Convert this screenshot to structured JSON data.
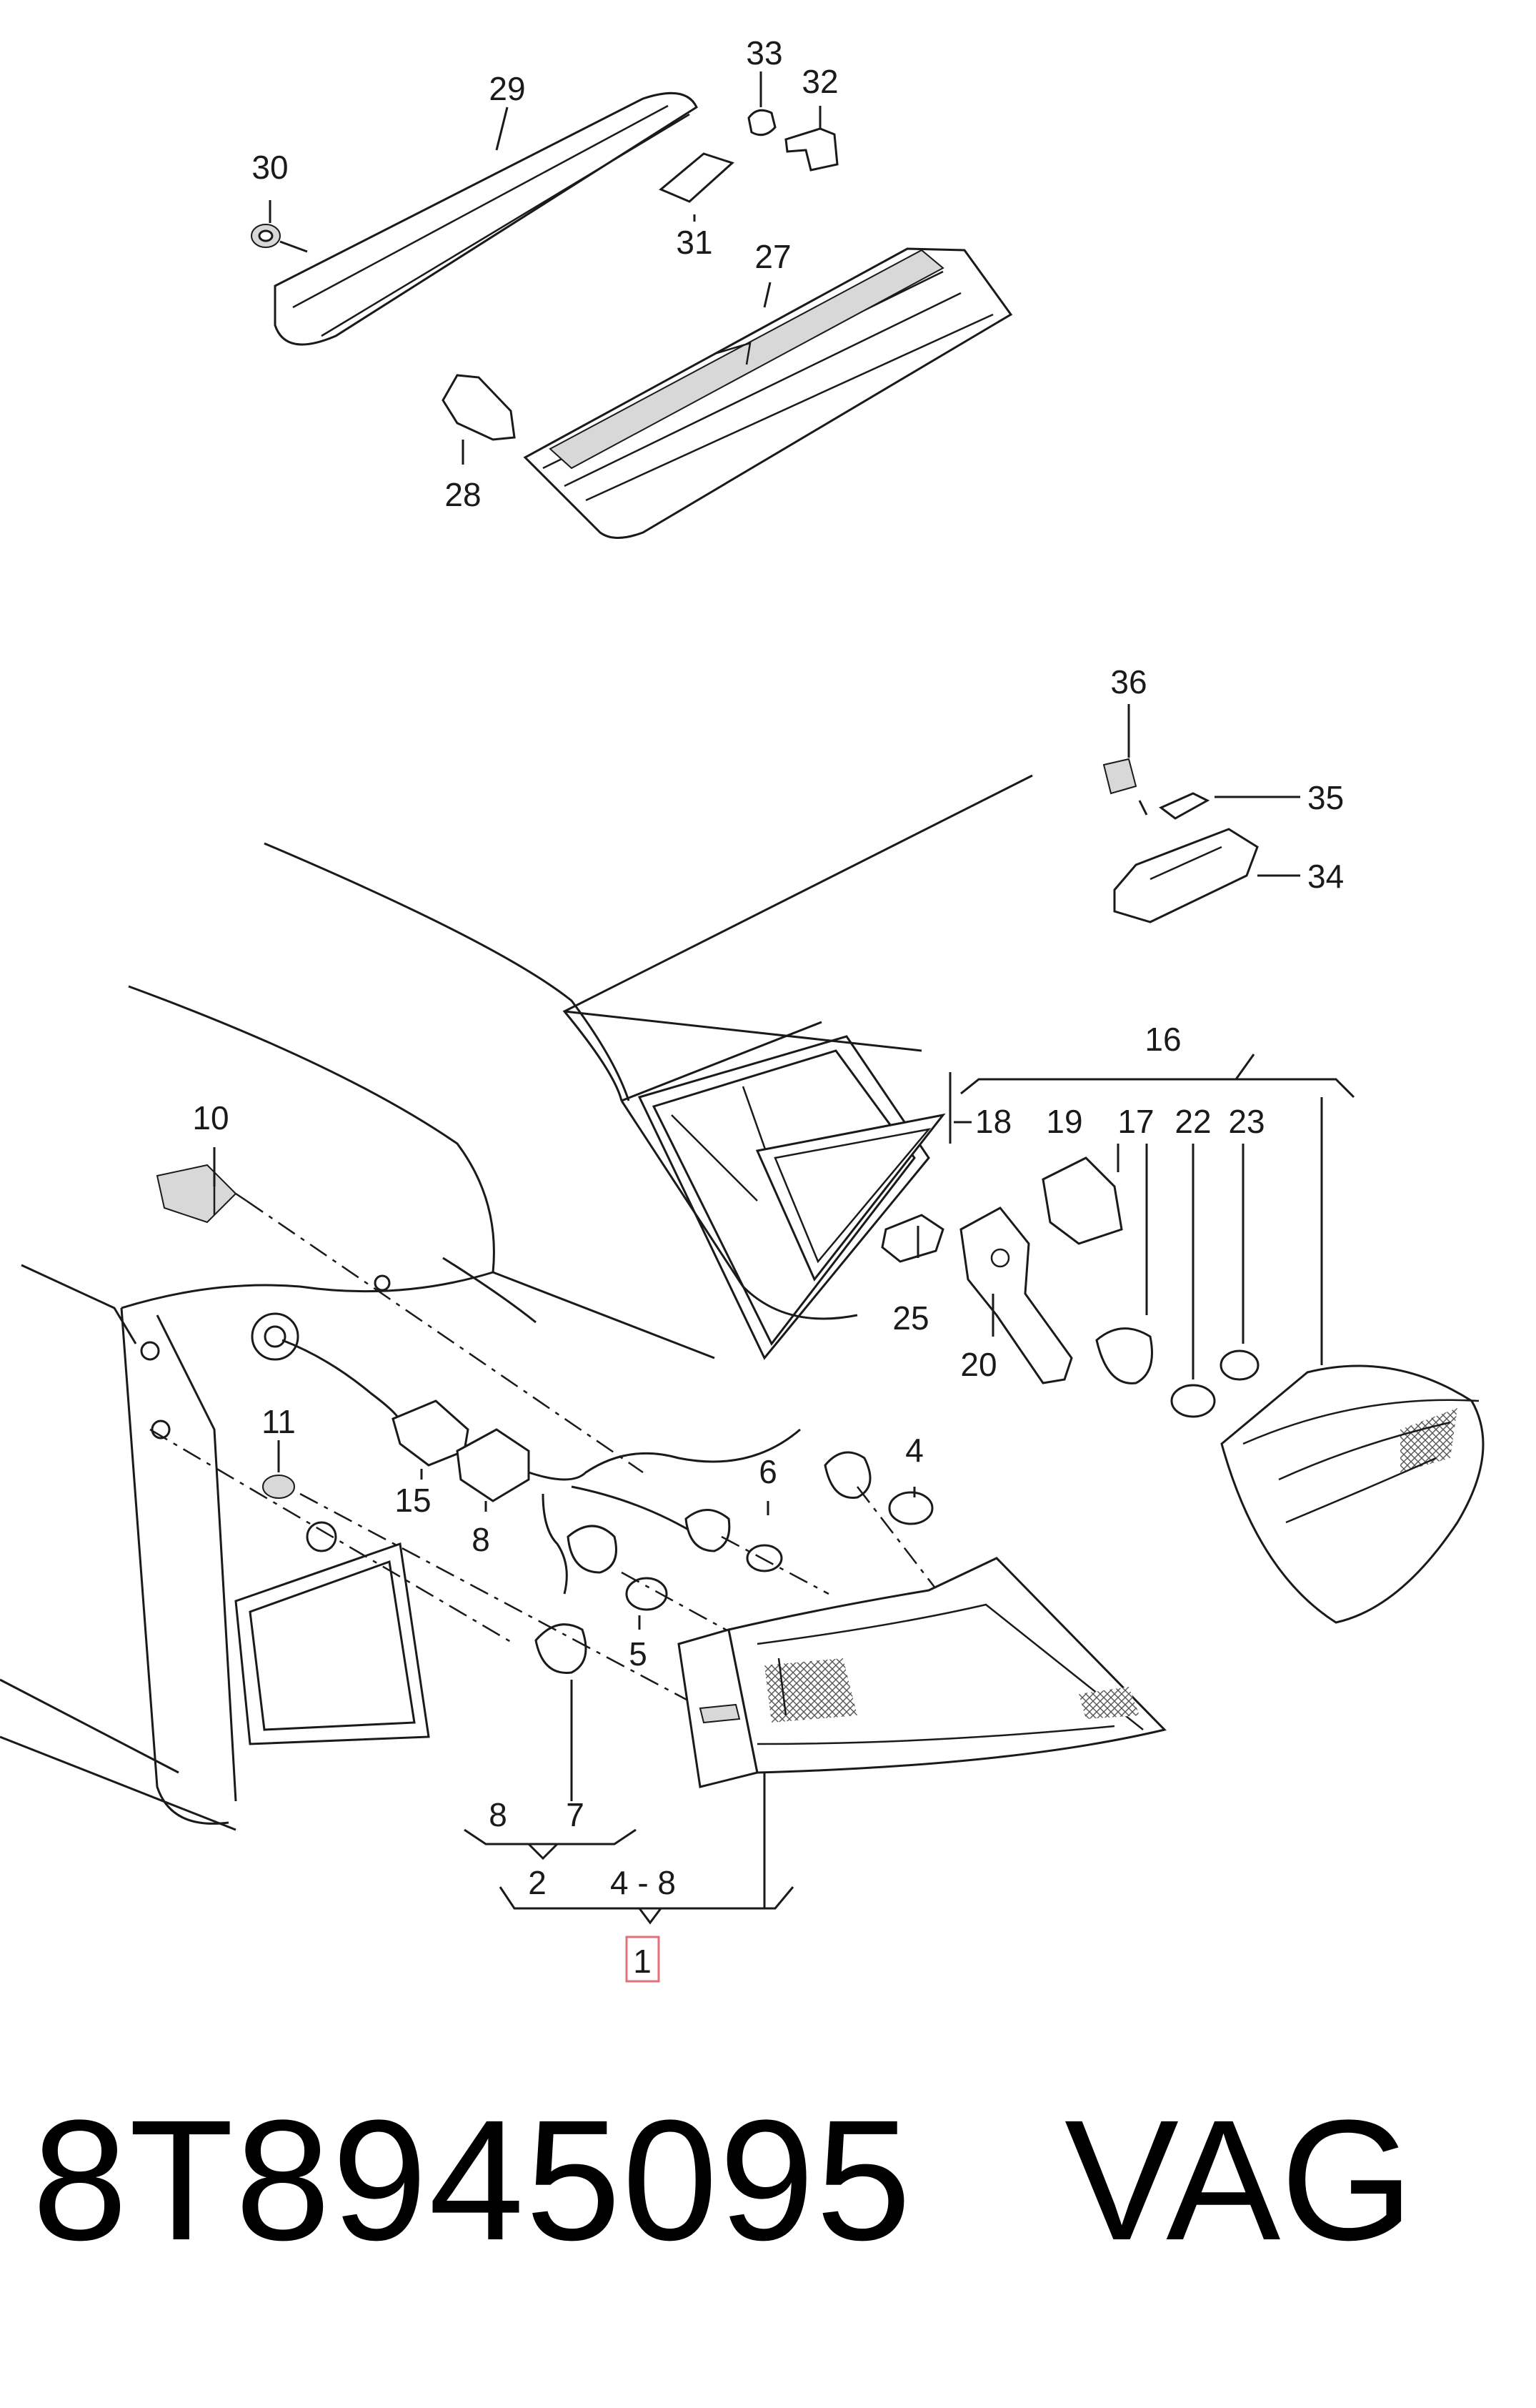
{
  "callouts": {
    "c1": "1",
    "c2": "2",
    "c4": "4",
    "c4_8": "4 - 8",
    "c5": "5",
    "c6": "6",
    "c7": "7",
    "c8a": "8",
    "c8b": "8",
    "c10": "10",
    "c11": "11",
    "c15": "15",
    "c16": "16",
    "c17": "17",
    "c18": "18",
    "c19": "19",
    "c20": "20",
    "c22": "22",
    "c23": "23",
    "c25": "25",
    "c27": "27",
    "c28": "28",
    "c29": "29",
    "c30": "30",
    "c31": "31",
    "c32": "32",
    "c33": "33",
    "c34": "34",
    "c35": "35",
    "c36": "36"
  },
  "footer": {
    "part_number": "8T8945095",
    "brand": "VAG"
  },
  "colors": {
    "ink": "#1a1a1a",
    "highlight_box": "#e0707a"
  }
}
